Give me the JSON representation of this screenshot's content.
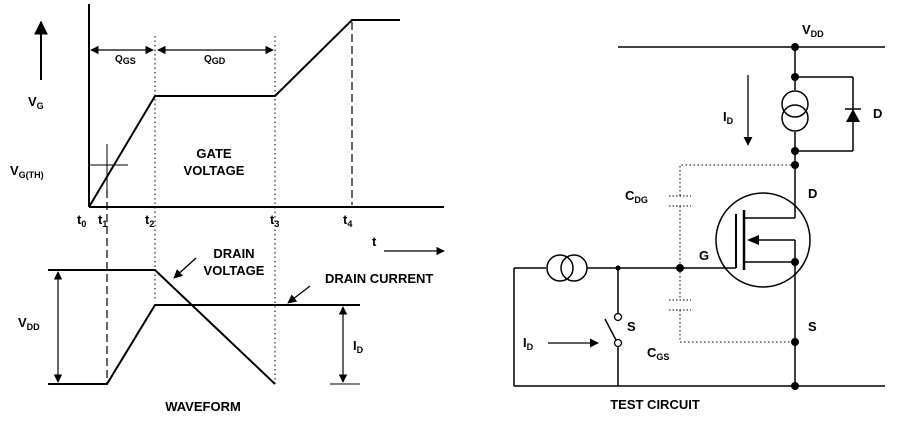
{
  "waveform": {
    "vg_symbol": "V",
    "vg_sub": "G",
    "vgth_symbol": "V",
    "vgth_sub": "G(TH)",
    "qgs_symbol": "Q",
    "qgs_sub": "GS",
    "qgd_symbol": "Q",
    "qgd_sub": "GD",
    "gate_voltage_line1": "GATE",
    "gate_voltage_line2": "VOLTAGE",
    "time_ticks": [
      {
        "symbol": "t",
        "sub": "0"
      },
      {
        "symbol": "t",
        "sub": "1"
      },
      {
        "symbol": "t",
        "sub": "2"
      },
      {
        "symbol": "t",
        "sub": "3"
      },
      {
        "symbol": "t",
        "sub": "4"
      }
    ],
    "time_axis_label": "t",
    "drain_voltage_line1": "DRAIN",
    "drain_voltage_line2": "VOLTAGE",
    "drain_current": "DRAIN CURRENT",
    "vdd_symbol": "V",
    "vdd_sub": "DD",
    "id_symbol": "I",
    "id_sub": "D",
    "caption": "WAVEFORM"
  },
  "circuit": {
    "vdd_symbol": "V",
    "vdd_sub": "DD",
    "id_top_symbol": "I",
    "id_top_sub": "D",
    "diode_label": "D",
    "cdg_symbol": "C",
    "cdg_sub": "DG",
    "drain_label": "D",
    "gate_label": "G",
    "switch_label": "S",
    "source_label": "S",
    "id_left_symbol": "I",
    "id_left_sub": "D",
    "cgs_symbol": "C",
    "cgs_sub": "GS",
    "caption": "TEST CIRCUIT"
  }
}
